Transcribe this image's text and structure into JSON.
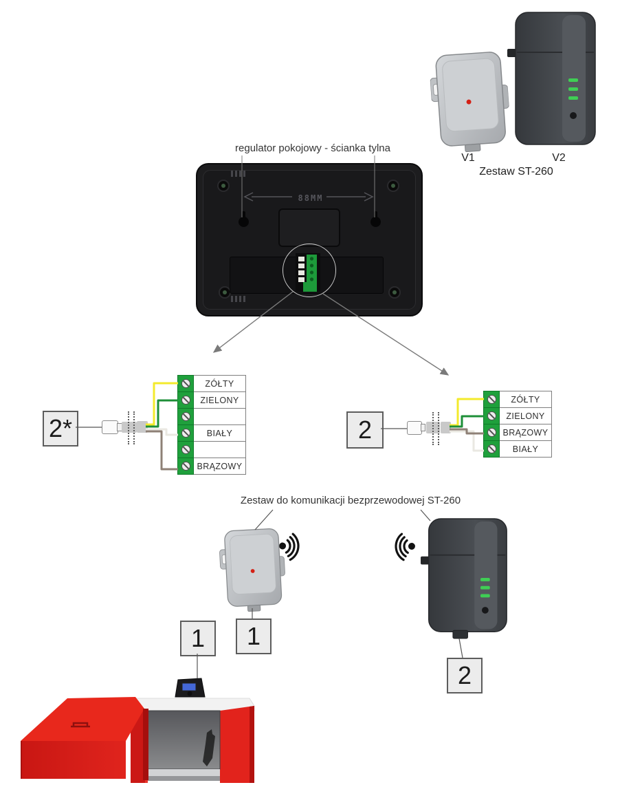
{
  "top_kit": {
    "v1_label": "V1",
    "v2_label": "V2",
    "kit_name": "Zestaw ST-260"
  },
  "regulator": {
    "caption": "regulator pokojowy - ścianka tylna",
    "dimension": "88MM"
  },
  "terminal_left": {
    "callout": "2*",
    "rows": [
      "ZÓŁTY",
      "ZIELONY",
      "",
      "BIAŁY",
      "",
      "BRĄZOWY"
    ]
  },
  "terminal_right": {
    "callout": "2",
    "rows": [
      "ZÓŁTY",
      "ZIELONY",
      "BRĄZOWY",
      "BIAŁY"
    ]
  },
  "wireless": {
    "caption": "Zestaw do komunikacji bezprzewodowej ST-260",
    "boiler_callout": "1",
    "transmitter_callout": "1",
    "receiver_callout": "2"
  },
  "colors": {
    "terminal_green": "#1fa03c",
    "wire_yellow": "#f3ea2c",
    "wire_green": "#1e8f38",
    "wire_white": "#eae8e2",
    "wire_brown": "#8e8076",
    "led_green": "#3fce54",
    "led_red": "#d42015",
    "boiler_red": "#e2231c",
    "panel_black": "#1d1d1f"
  }
}
